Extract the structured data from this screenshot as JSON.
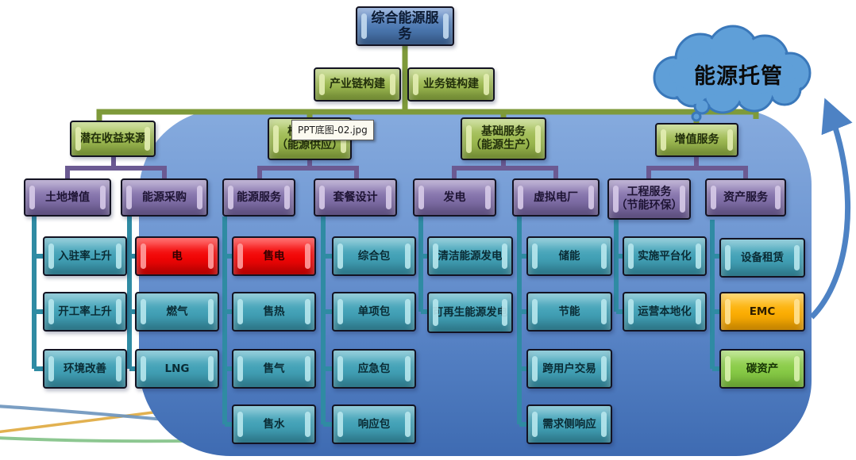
{
  "image_tooltip": "PPT底图-02.jpg",
  "cloud_label": "能源托管",
  "tree": {
    "root": "综合能源服务",
    "builders": [
      "产业链构建",
      "业务链构建"
    ],
    "branches": [
      {
        "label": "潜在收益来源",
        "groups": [
          {
            "label": "土地增值",
            "items": [
              "入驻率上升",
              "开工率上升",
              "环境改善"
            ]
          },
          {
            "label": "能源采购",
            "items": [
              "电",
              "燃气",
              "LNG"
            ]
          }
        ]
      },
      {
        "label": "核心服务",
        "label2": "（能源供应）",
        "groups": [
          {
            "label": "能源服务",
            "items": [
              "售电",
              "售热",
              "售气",
              "售水"
            ]
          },
          {
            "label": "套餐设计",
            "items": [
              "综合包",
              "单项包",
              "应急包",
              "响应包"
            ]
          }
        ]
      },
      {
        "label": "基础服务",
        "label2": "（能源生产）",
        "groups": [
          {
            "label": "发电",
            "items": [
              "清洁能源发电",
              "可再生能源发电"
            ]
          },
          {
            "label": "虚拟电厂",
            "items": [
              "储能",
              "节能",
              "跨用户交易",
              "需求侧响应"
            ]
          }
        ]
      },
      {
        "label": "增值服务",
        "groups": [
          {
            "label": "工程服务",
            "label2": "（节能环保）",
            "items": [
              "实施平台化",
              "运营本地化"
            ]
          },
          {
            "label": "资产服务",
            "items": [
              "设备租赁",
              "EMC",
              "碳资产"
            ]
          }
        ]
      }
    ]
  },
  "highlights": {
    "red_items": [
      "电",
      "售电"
    ],
    "orange_items": [
      "EMC"
    ],
    "light_green_items": [
      "碳资产"
    ]
  },
  "colors": {
    "root_blue": "#4a76ae",
    "header_green": "#9cb851",
    "group_purple": "#8170a8",
    "leaf_teal": "#42a0b5",
    "highlight_red": "#f00606",
    "highlight_orange": "#fbad04",
    "highlight_lime": "#88ca47",
    "panel_blue_top": "#86abde",
    "panel_blue_bottom": "#3e6bb2",
    "cloud_blue": "#5f9fd8",
    "arrow_blue": "#4d82c4"
  }
}
